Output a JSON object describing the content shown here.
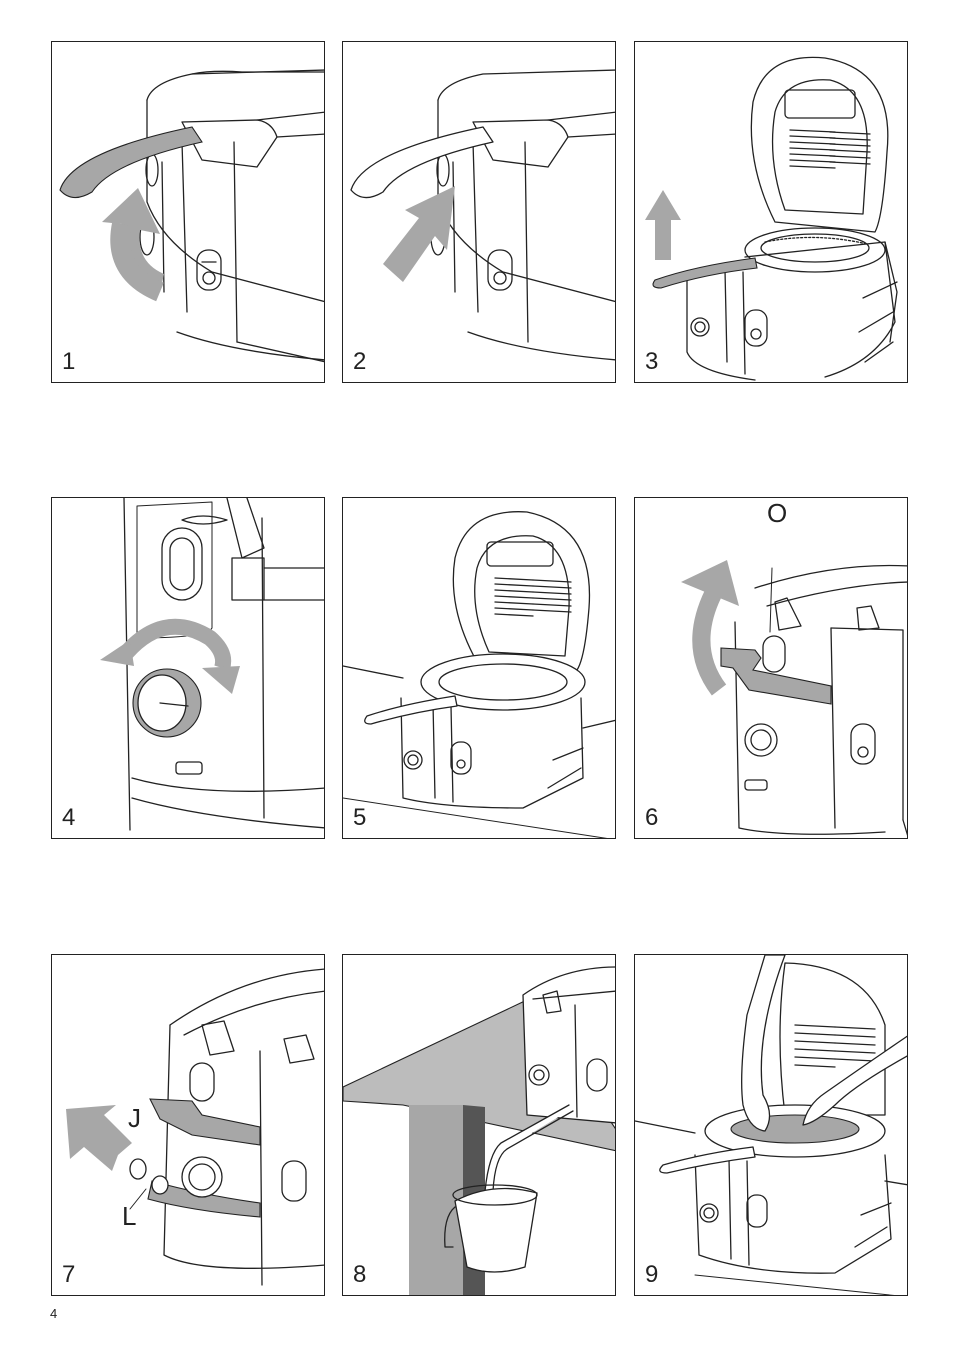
{
  "steps": [
    {
      "number": "1"
    },
    {
      "number": "2"
    },
    {
      "number": "3"
    },
    {
      "number": "4"
    },
    {
      "number": "5"
    },
    {
      "number": "6",
      "callouts": [
        "O"
      ]
    },
    {
      "number": "7",
      "callouts": [
        "J",
        "L"
      ]
    },
    {
      "number": "8"
    },
    {
      "number": "9"
    }
  ],
  "page_number": "4",
  "colors": {
    "arrow": "#a7a7a7",
    "line": "#222222"
  }
}
